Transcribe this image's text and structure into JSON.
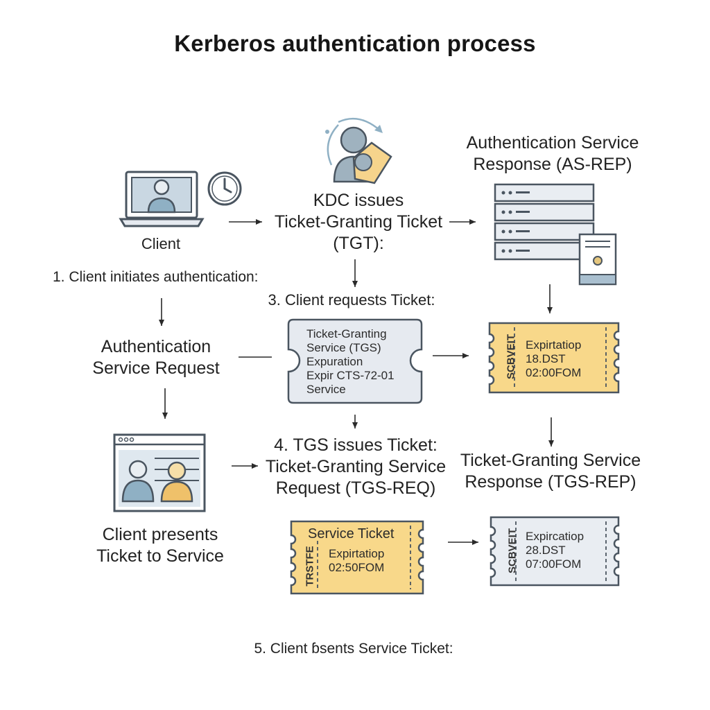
{
  "title": "Kerberos authentication process",
  "nodes": {
    "client": "Client",
    "step1": "1. Client initiates authentication:",
    "as_req": [
      "Authentication",
      "Service Request"
    ],
    "kdc": [
      "KDC issues",
      "Ticket-Granting Ticket",
      "(TGT):"
    ],
    "step3": "3. Client requests Ticket:",
    "as_rep": [
      "Authentication Service",
      "Response (AS-REP)"
    ],
    "step4": [
      "4. TGS issues Ticket:",
      "Ticket-Granting Service",
      "Request (TGS-REQ)"
    ],
    "tgs_rep": [
      "Ticket-Granting Service",
      "Response (TGS-REP)"
    ],
    "client_presents": [
      "Client presents",
      "Ticket to Service"
    ],
    "step5": "5. Client ɓsents Service Ticket:"
  },
  "tickets": {
    "tgs_ticket": [
      "Ticket-Granting",
      "Service (TGS)",
      "Expuration",
      "Expir CTS-72-01",
      "Service"
    ],
    "tgt_ticket": {
      "side": "SCBVEIT",
      "lines": [
        "Expirtatiop",
        "18.DST",
        "02:00FOM"
      ]
    },
    "service_ticket": {
      "header": "Service Ticket",
      "side": "TRSTFE",
      "lines": [
        "Expirtatiop",
        "02:50FOM"
      ]
    },
    "tgs_rep_ticket": {
      "side": "SCBVEIT",
      "lines": [
        "Expircatiop",
        "28.DST",
        "07:00FOM"
      ]
    }
  },
  "colors": {
    "stroke": "#4a5560",
    "ticket_yellow": "#f8d88a",
    "ticket_gray": "#e6eaf0",
    "accent_blue": "#a9bfcf",
    "avatar_orange": "#efc16a"
  }
}
